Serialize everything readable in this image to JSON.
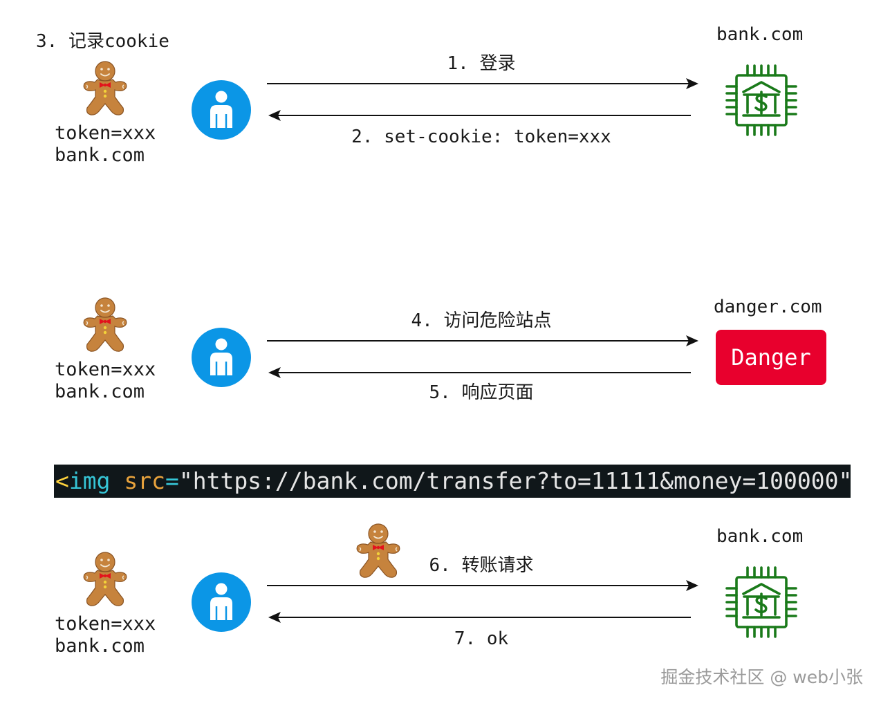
{
  "sections": [
    {
      "cookie_title": "3. 记录cookie",
      "cookie_token": "token=xxx",
      "cookie_domain": "bank.com",
      "server_label": "bank.com",
      "request_label": "1. 登录",
      "response_label": "2. set-cookie: token=xxx"
    },
    {
      "cookie_token": "token=xxx",
      "cookie_domain": "bank.com",
      "server_label": "danger.com",
      "server_button": "Danger",
      "request_label": "4. 访问危险站点",
      "response_label": "5. 响应页面"
    },
    {
      "cookie_token": "token=xxx",
      "cookie_domain": "bank.com",
      "server_label": "bank.com",
      "request_label": "6. 转账请求",
      "response_label": "7. ok"
    }
  ],
  "code": {
    "open": "<",
    "tag": "img",
    "attr": "src",
    "eq": "=",
    "value": "\"https://bank.com/transfer?to=11111&money=100000\"",
    "close": ">"
  },
  "watermark": "掘金技术社区 @ web小张",
  "colors": {
    "user_icon": "#0b96e6",
    "bank_icon": "#1a7a1a",
    "danger": "#e8002d",
    "cookie_body": "#c6833d",
    "bow": "#e3121c"
  },
  "icons": [
    "gingerbread-cookie-icon",
    "user-icon",
    "bank-server-icon"
  ]
}
